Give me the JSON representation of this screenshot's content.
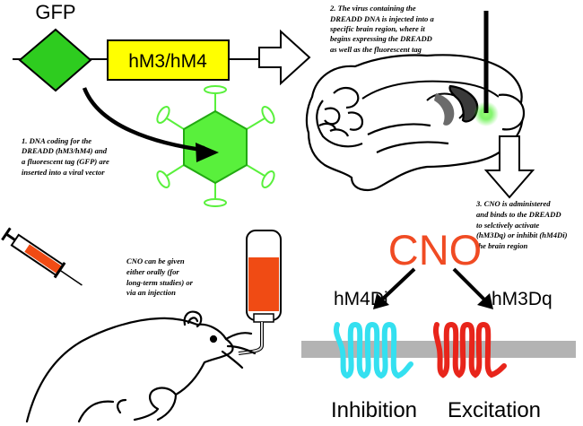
{
  "construct": {
    "tag_label": "GFP",
    "gene_label": "hM3/hM4",
    "tag_color": "#2ecc1f",
    "gene_color": "#ffff00"
  },
  "notes": {
    "step1": [
      "1. DNA coding for the",
      "DREADD (hM3/hM4) and",
      "a fluorescent tag (GFP) are",
      "inserted into a viral vector"
    ],
    "step2": [
      "2. The virus containing the",
      "DREADD DNA is injected into a",
      "specific brain region, where it",
      "begins expressing the DREADD",
      "as well as the fluorescent tag"
    ],
    "step3": [
      "3. CNO is administered",
      "and binds to the DREADD",
      "to selctively activate",
      "(hM3Dq) or inhibit (hM4Di)",
      "the brain region"
    ],
    "cno_delivery": [
      "CNO can be given",
      "either orally (for",
      "long-term studies) or",
      "via an injection"
    ]
  },
  "receptors": {
    "drug_label": "CNO",
    "drug_color": "#f04b23",
    "inhibitory_label": "hM4Di",
    "inhibitory_color": "#34e0f0",
    "excitatory_label": "hM3Dq",
    "excitatory_color": "#e8251b",
    "inhibition_label": "Inhibition",
    "excitation_label": "Excitation",
    "membrane_color": "#b3b3b3"
  },
  "virus_color": "#59f03c",
  "liquid_color": "#f04b14"
}
